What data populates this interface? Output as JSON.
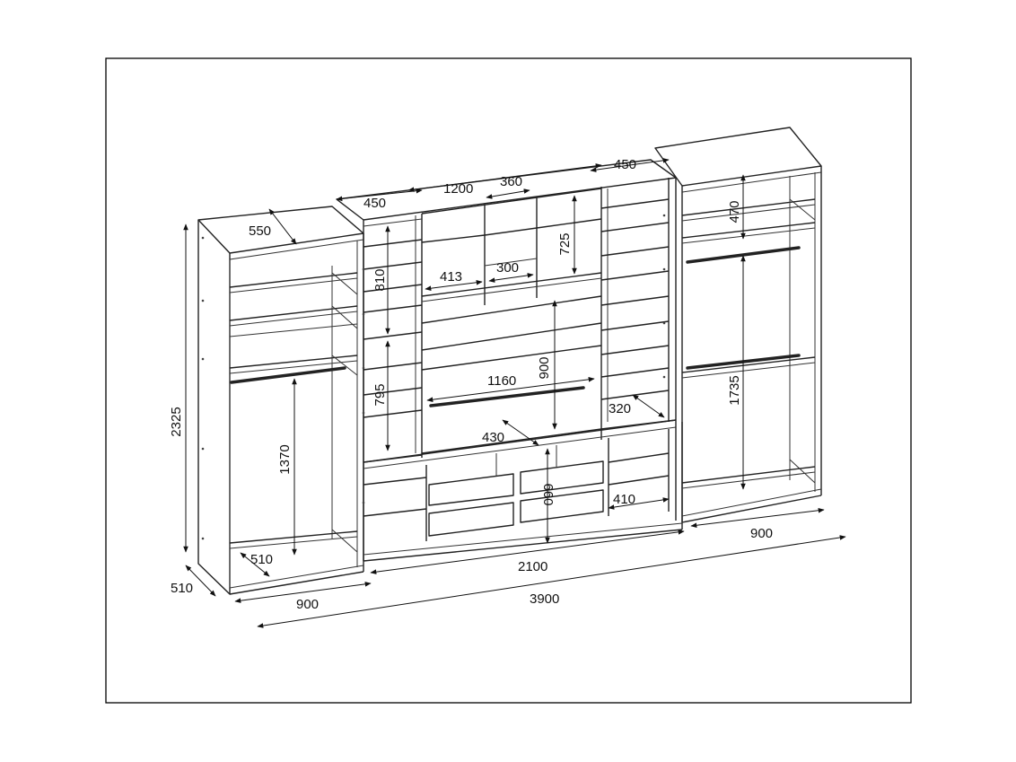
{
  "diagram": {
    "dimensions": {
      "total_width": "3900",
      "center_width": "2100",
      "left_width": "900",
      "right_width": "900",
      "height": "2325",
      "depth_outer": "510",
      "depth_left_bottom": "510",
      "depth_left_top": "550",
      "left_rail_height": "1370",
      "right_rail_height": "1735",
      "right_top_shelf": "470",
      "left_column_width": "450",
      "right_column_width": "450",
      "top_center_width": "1200",
      "top_right_box": "360",
      "top_shelf_height": "725",
      "upper_col_810": "810",
      "lower_col_795": "795",
      "niche_413": "413",
      "niche_300": "300",
      "tv_width": "1160",
      "tv_height": "900",
      "right_col_depth": "320",
      "desk_depth": "430",
      "drawer_height": "660",
      "lower_right": "410"
    }
  }
}
